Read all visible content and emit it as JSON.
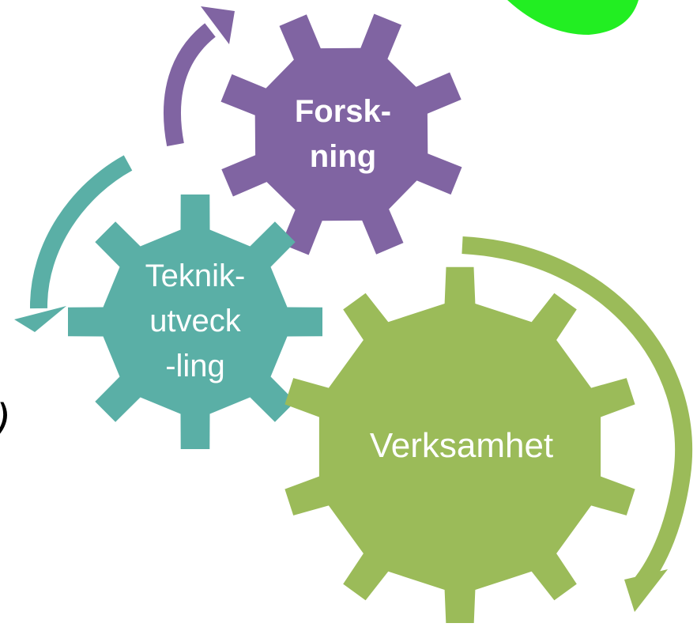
{
  "diagram": {
    "gears": [
      {
        "id": "forskning",
        "label_lines": [
          "Forsk-",
          "ning"
        ],
        "color": "#8064a2",
        "bold": true
      },
      {
        "id": "teknikutveckling",
        "label_lines": [
          "Teknik-",
          "utveck",
          "-ling"
        ],
        "color": "#5aafa6",
        "bold": false
      },
      {
        "id": "verksamhet",
        "label_lines": [
          "Verksamhet"
        ],
        "color": "#9bbb59",
        "bold": false
      }
    ],
    "arrows": [
      {
        "id": "arrow-forskning",
        "color": "#8064a2"
      },
      {
        "id": "arrow-teknikutveckling",
        "color": "#5aafa6"
      },
      {
        "id": "arrow-verksamhet",
        "color": "#9bbb59"
      }
    ],
    "corner_shape_color": "#22ee22",
    "edge_fragment": ")"
  }
}
